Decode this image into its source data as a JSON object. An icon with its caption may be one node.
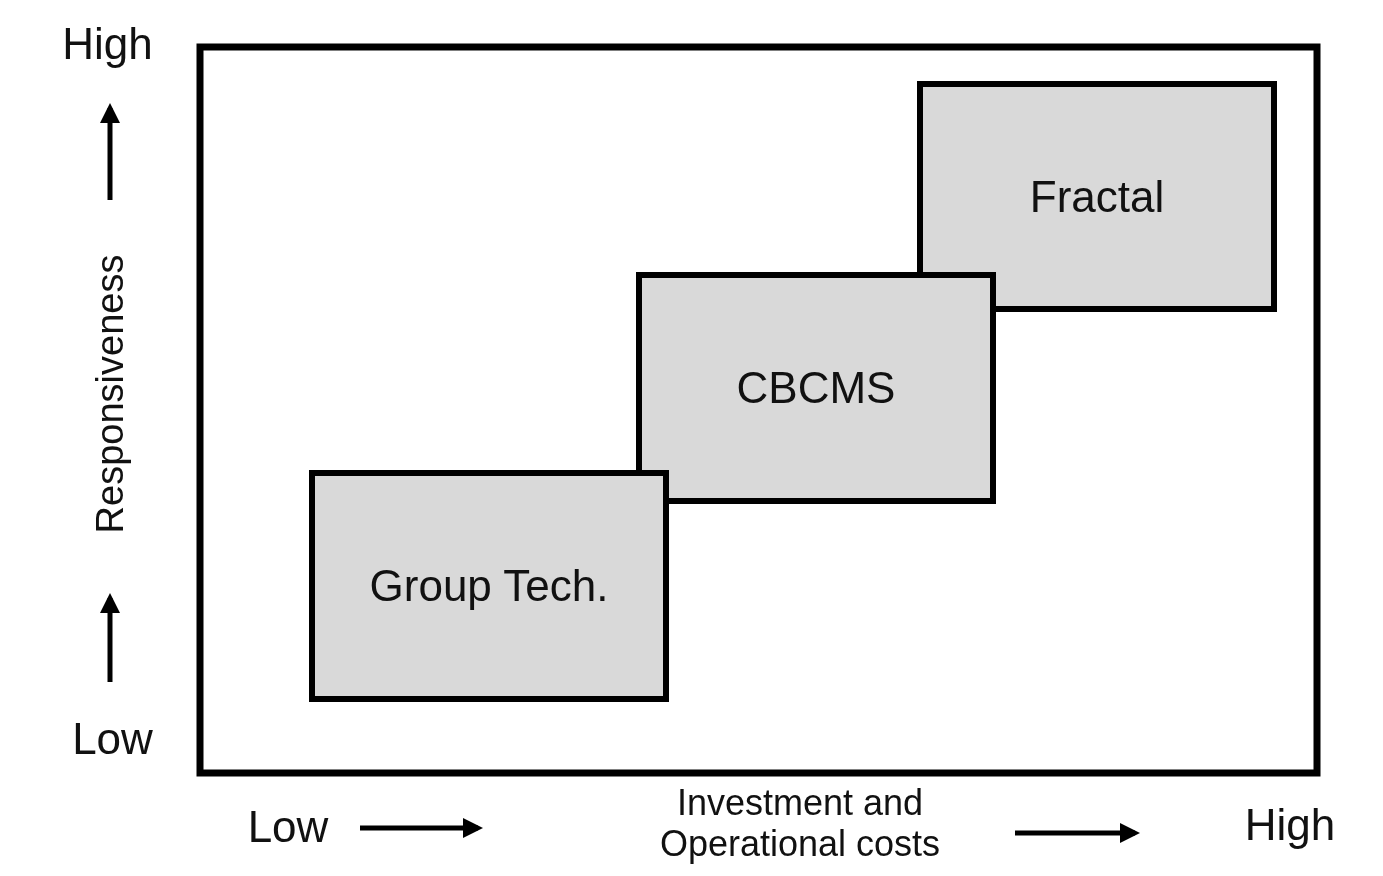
{
  "diagram": {
    "nodes": [
      {
        "text": [
          "Fractal"
        ]
      },
      {
        "text": [
          "CBCMS"
        ]
      },
      {
        "text": [
          "Group Tech."
        ]
      }
    ],
    "labels": [
      "High",
      "Responsiveness",
      "Low",
      "Low",
      "Investment and Operational costs",
      "High"
    ]
  }
}
